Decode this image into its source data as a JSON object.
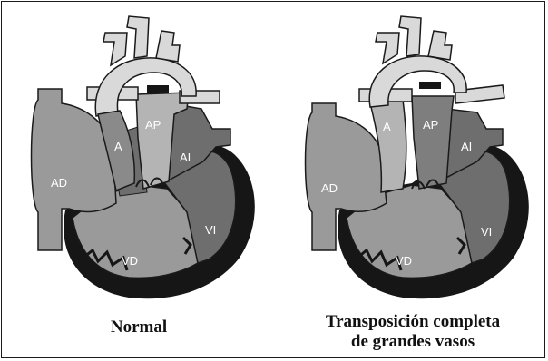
{
  "colors": {
    "background": "#ffffff",
    "tissue": "#9a9a9a",
    "tissue_dark": "#6e6e6e",
    "muscle": "#161616",
    "outline": "#1a1a1a",
    "vessel_light": "#d9d9d9"
  },
  "panels": [
    {
      "caption_lines": [
        "Normal"
      ],
      "labels": {
        "ad": "AD",
        "a": "A",
        "ap": "AP",
        "ai": "AI",
        "vi": "VI",
        "vd": "VD"
      }
    },
    {
      "caption_lines": [
        "Transposición completa",
        "de grandes vasos"
      ],
      "labels": {
        "ad": "AD",
        "a": "A",
        "ap": "AP",
        "ai": "AI",
        "vi": "VI",
        "vd": "VD"
      }
    }
  ]
}
